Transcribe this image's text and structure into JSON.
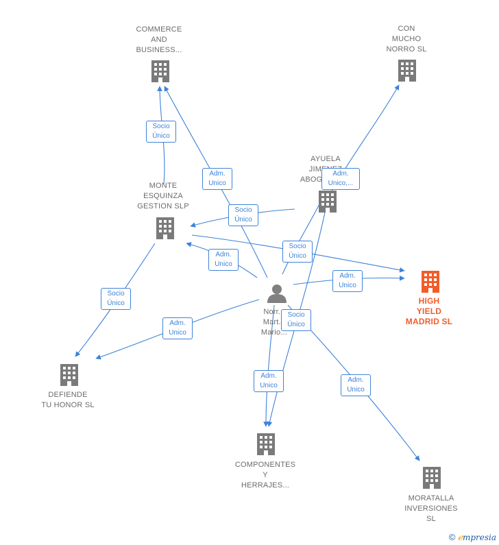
{
  "nodes": {
    "commerce": "COMMERCE\nAND\nBUSINESS...",
    "con_mucho": "CON\nMUCHO\nNORRO  SL",
    "ayuela": "AYUELA\nJIMENEZ\nABOGADOS...",
    "monte": "MONTE\nESQUINZA\nGESTION  SLP",
    "high_yield": "HIGH\nYIELD\nMADRID  SL",
    "person": "Norr...\nMart...\nMario...",
    "defiende": "DEFIENDE\nTU HONOR  SL",
    "componentes": "COMPONENTES\nY\nHERRAJES...",
    "moratalla": "MORATALLA\nINVERSIONES\nSL"
  },
  "edges": {
    "e1": "Socio\nÚnico",
    "e2": "Adm.\nUnico",
    "e3": "Adm.\nUnico,...",
    "e4": "Socio\nÚnico",
    "e5": "Adm.\nUnico",
    "e6": "Socio\nÚnico",
    "e7": "Adm.\nUnico",
    "e8": "Socio\nÚnico",
    "e9": "Adm.\nUnico",
    "e10": "Socio\nÚnico",
    "e11": "Adm.\nUnico",
    "e12": "Adm.\nUnico"
  },
  "colors": {
    "edge": "#3d82d8",
    "building": "#7a7a7a",
    "highlight": "#f25c2a",
    "person": "#808080"
  },
  "brand": {
    "copyright": "©",
    "e": "ℯ",
    "name": "mpresia"
  }
}
